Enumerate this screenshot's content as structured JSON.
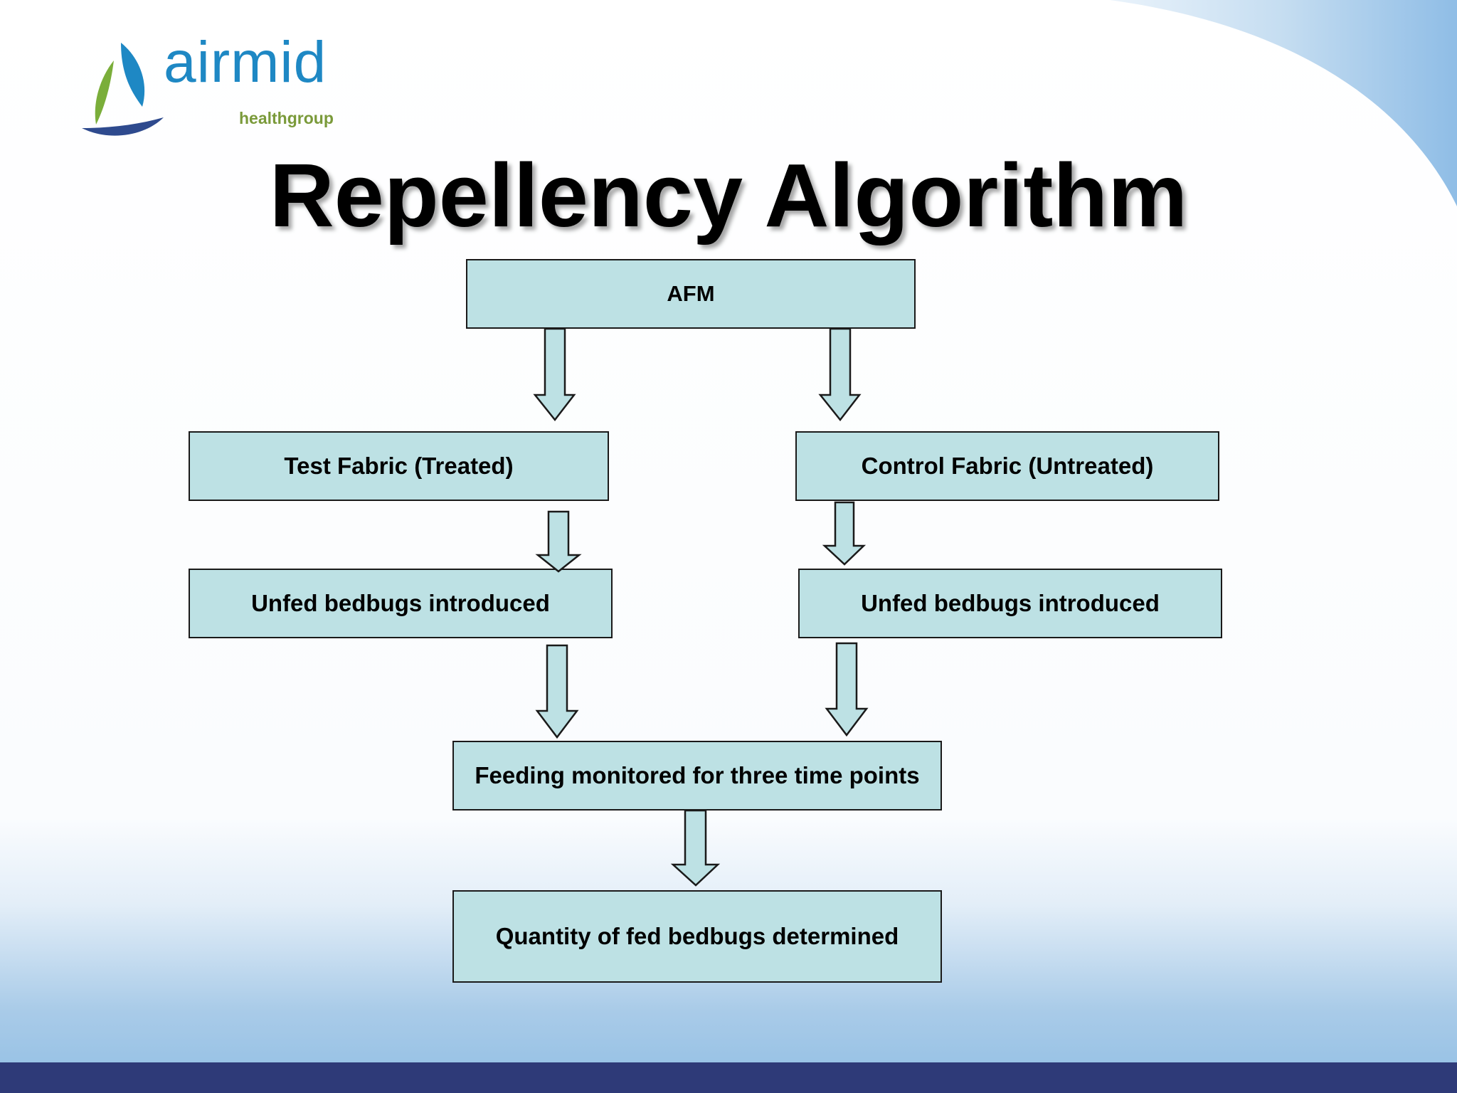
{
  "logo": {
    "name": "airmid",
    "subtitle": "healthgroup"
  },
  "title": "Repellency Algorithm",
  "boxes": {
    "afm": "AFM",
    "test_fabric": "Test Fabric (Treated)",
    "control_fabric": "Control Fabric (Untreated)",
    "test_bedbugs": "Unfed bedbugs introduced",
    "control_bedbugs": "Unfed bedbugs introduced",
    "feeding": "Feeding monitored for three time points",
    "quantity": "Quantity of fed bedbugs determined"
  },
  "colors": {
    "box_fill": "#bde1e4",
    "box_border": "#1a1a1a",
    "bottom_bar": "#2e3a78",
    "logo_blue": "#1e88c4",
    "logo_green": "#7a9a3a"
  }
}
